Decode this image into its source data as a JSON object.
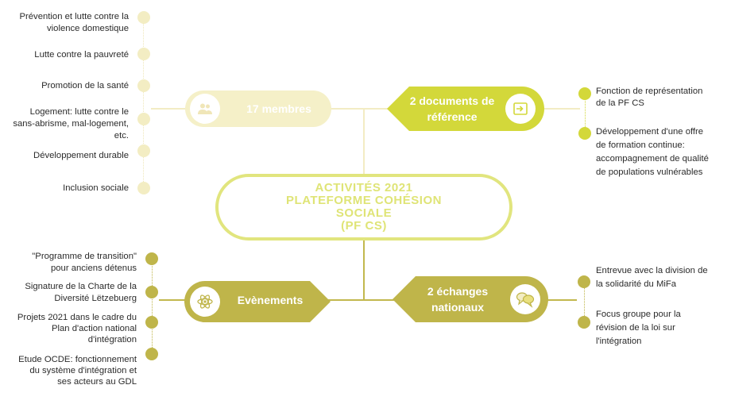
{
  "center": {
    "line1": "ACTIVITÉS 2021",
    "line2": "PLATEFORME COHÉSION",
    "line3": "SOCIALE",
    "line4": "(PF CS)"
  },
  "nodes": {
    "members": {
      "label": "17 membres",
      "icon": "people-icon"
    },
    "documents": {
      "label_line1": "2 documents de",
      "label_line2": "référence",
      "icon": "document-export-icon"
    },
    "events": {
      "label": "Evènements",
      "icon": "atom-icon"
    },
    "exchanges": {
      "label_line1": "2 échanges",
      "label_line2": "nationaux",
      "icon": "speech-bubbles-icon"
    }
  },
  "members_items": [
    {
      "l1": "Prévention et lutte contre la",
      "l2": "violence domestique"
    },
    {
      "l1": "Lutte contre la pauvreté"
    },
    {
      "l1": "Promotion de la santé"
    },
    {
      "l1": "Logement: lutte contre le",
      "l2": "sans-abrisme, mal-logement,",
      "l3": "etc."
    },
    {
      "l1": "Développement durable"
    },
    {
      "l1": "Inclusion sociale"
    }
  ],
  "documents_items": [
    {
      "l1": "Fonction de représentation",
      "l2": "de la PF CS"
    },
    {
      "l1": "Développement d'une offre",
      "l2": "de formation continue:",
      "l3": "accompagnement de qualité",
      "l4": "de populations vulnérables"
    }
  ],
  "events_items": [
    {
      "l1": "\"Programme de transition\"",
      "l2": "pour anciens détenus"
    },
    {
      "l1": "Signature de la Charte de la",
      "l2": "Diversité Lëtzebuerg"
    },
    {
      "l1": "Projets 2021 dans le cadre du",
      "l2": "Plan d'action national",
      "l3": "d'intégration"
    },
    {
      "l1": "Etude OCDE: fonctionnement",
      "l2": "du système d'intégration et",
      "l3": "ses acteurs au GDL"
    }
  ],
  "exchanges_items": [
    {
      "l1": "Entrevue avec la division de",
      "l2": "la solidarité du MiFa"
    },
    {
      "l1": "Focus groupe pour la",
      "l2": "révision de la loi sur",
      "l3": "l'intégration"
    }
  ],
  "colors": {
    "pale_yellow": "#f5f0c8",
    "pale_yellow_dot": "#f3edc3",
    "lime": "#d3d83a",
    "olive": "#bfb54a",
    "center_border": "#e1e57e"
  }
}
